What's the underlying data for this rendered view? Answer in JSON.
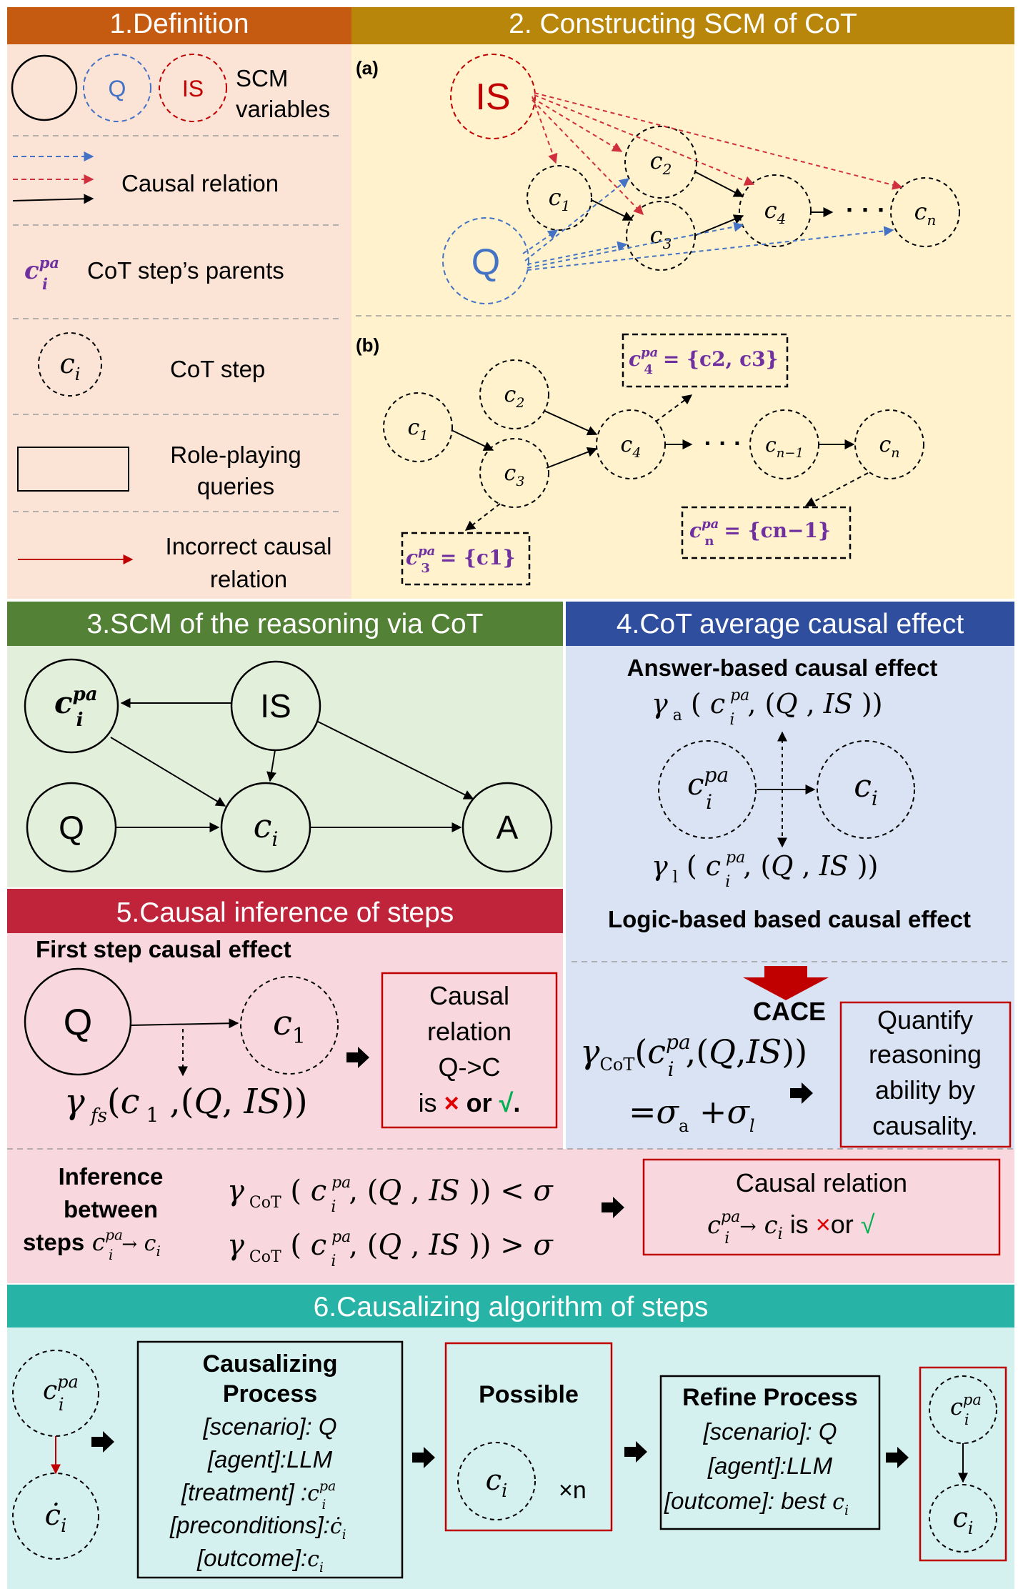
{
  "colors": {
    "hdr1": "#C55A11",
    "hdr2": "#B8860B",
    "hdr3": "#538135",
    "hdr4": "#2F4F9E",
    "hdr5": "#C0243A",
    "hdr6": "#27B3A6",
    "bg1": "#FBE3D6",
    "bg2": "#FFF2CC",
    "bg3": "#E2EFDA",
    "bg4": "#DAE3F3",
    "bg5": "#F8D7DE",
    "bg6": "#D4F0EF",
    "red": "#C00000",
    "blue": "#4472C4",
    "purple": "#7030A0",
    "green": "#00B050"
  },
  "sections": {
    "s1": "1.Definition",
    "s2": "2. Constructing SCM of CoT",
    "s3": "3.SCM of the reasoning via CoT",
    "s4": "4.CoT average causal effect",
    "s5": "5.Causal inference of steps",
    "s6": "6.Causalizing algorithm of steps"
  },
  "definition": {
    "q": "Q",
    "is": "IS",
    "scm_line1": "SCM",
    "scm_line2": "variables",
    "causal_relation": "Causal relation",
    "parents_label": "CoT step’s parents",
    "cot_step": "CoT step",
    "roleplay_line1": "Role-playing",
    "roleplay_line2": "queries",
    "incorrect_line1": "Incorrect causal",
    "incorrect_line2": "relation"
  },
  "scm_cot": {
    "a_label": "(a)",
    "b_label": "(b)",
    "is": "IS",
    "q": "Q",
    "dots": "· · ·",
    "c3pa": "= {c1}",
    "c4pa": "= {c2, c3}",
    "cnpa": "= {cn−1}"
  },
  "reasoning": {
    "is": "IS",
    "q": "Q",
    "a": "A"
  },
  "cace": {
    "answer_title": "Answer-based causal effect",
    "logic_title": "Logic-based based causal effect",
    "cace_label": "CACE",
    "quantify_line1": "Quantify",
    "quantify_line2": "reasoning",
    "quantify_line3": "ability by",
    "quantify_line4": "causality."
  },
  "inference": {
    "first_step_title": "First step causal effect",
    "q": "Q",
    "box_line1": "Causal",
    "box_line2": "relation",
    "box_line3": "Q->C",
    "box_is": "is",
    "box_or": "or",
    "cross": "×",
    "check": "√",
    "between_line1": "Inference",
    "between_line2": "between",
    "between_line3": "steps",
    "relation_title": "Causal relation",
    "relation_is": "is",
    "relation_or": "or"
  },
  "algorithm": {
    "causalizing_title_1": "Causalizing",
    "causalizing_title_2": "Process",
    "scenario": "[scenario]: Q",
    "agent": "[agent]:LLM",
    "treatment": "[treatment] :",
    "preconditions": "[preconditions]:",
    "outcome": "[outcome]:",
    "possible_title": "Possible",
    "times_n": "×n",
    "refine_title": "Refine Process",
    "refine_scenario": "[scenario]: Q",
    "refine_agent": "[agent]:LLM",
    "refine_outcome": "[outcome]: best"
  }
}
